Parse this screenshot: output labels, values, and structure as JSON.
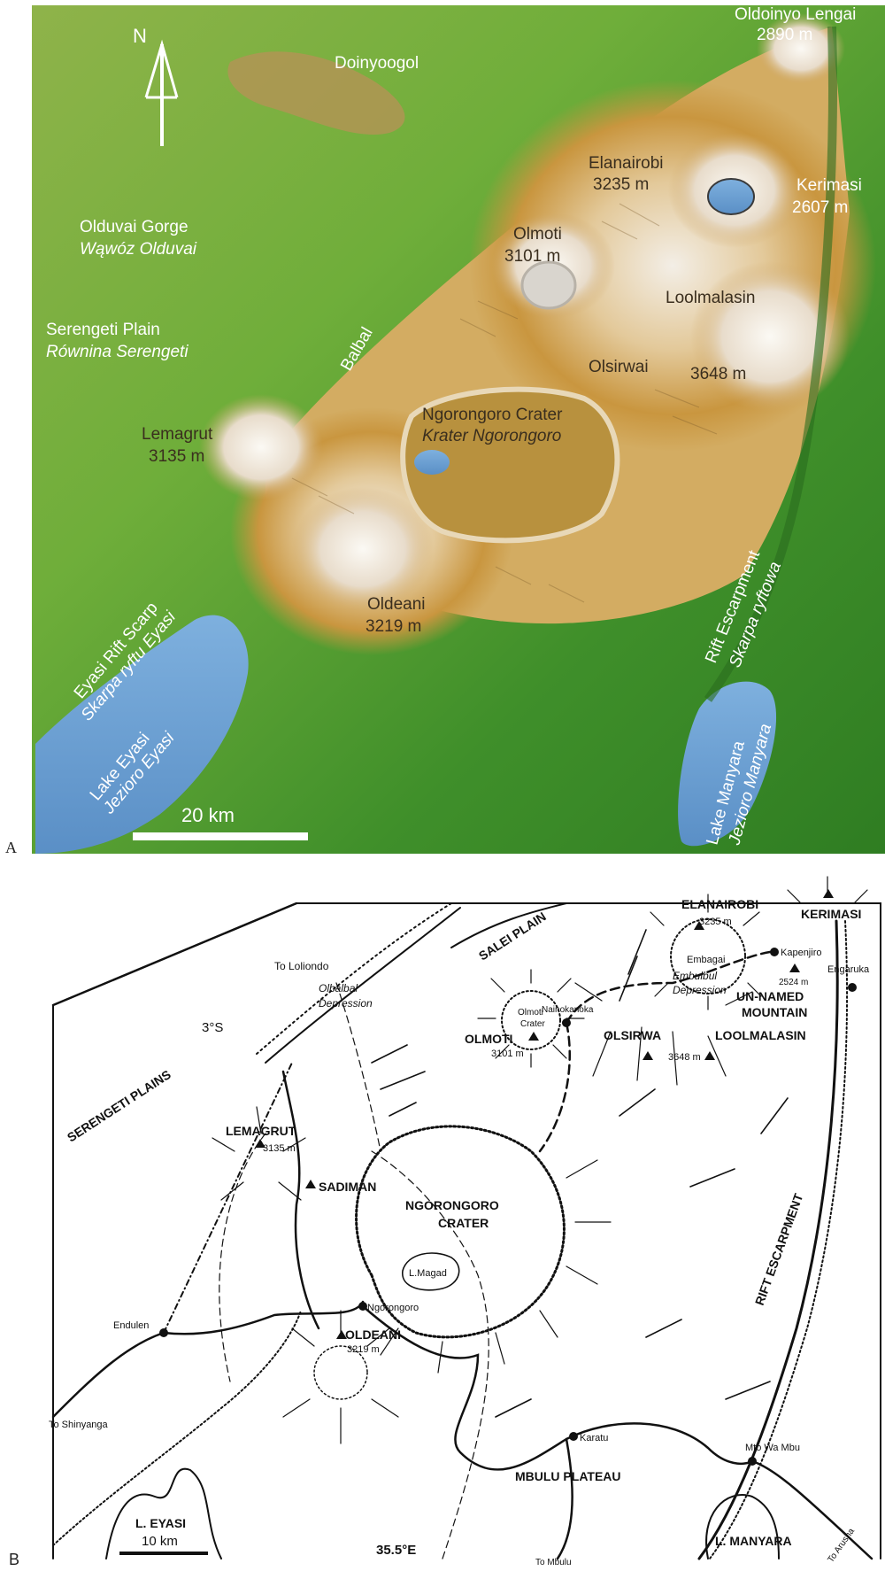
{
  "panel_a": {
    "panel_letter": "A",
    "north_label": "N",
    "scale_label": "20 km",
    "places": {
      "oldoinyo_lengai": {
        "name": "Oldoinyo Lengai",
        "elev": "2890 m"
      },
      "doinyoogol": {
        "name": "Doinyoogol"
      },
      "elanairobi": {
        "name": "Elanairobi",
        "elev": "3235 m"
      },
      "kerimasi": {
        "name": "Kerimasi",
        "elev": "2607 m"
      },
      "olmoti": {
        "name": "Olmoti",
        "elev": "3101 m"
      },
      "olduvai": {
        "name": "Olduvai Gorge",
        "alt": "Wąwóz Olduvai"
      },
      "serengeti": {
        "name": "Serengeti Plain",
        "alt": "Równina Serengeti"
      },
      "balbal": {
        "name": "Balbal"
      },
      "loolmalasin": {
        "name": "Loolmalasin",
        "elev": "3648 m"
      },
      "olsirwai": {
        "name": "Olsirwai"
      },
      "ngorongoro": {
        "name": "Ngorongoro Crater",
        "alt": "Krater Ngorongoro"
      },
      "lemagrut": {
        "name": "Lemagrut",
        "elev": "3135 m"
      },
      "oldeani": {
        "name": "Oldeani",
        "elev": "3219 m"
      },
      "eyasi_scarp": {
        "name": "Eyasi Rift Scarp",
        "alt": "Skarpa ryftu Eyasi"
      },
      "lake_eyasi": {
        "name": "Lake Eyasi",
        "alt": "Jezioro Eyasi"
      },
      "rift_escarpment": {
        "name": "Rift Escarpment",
        "alt": "Skarpa ryftowa"
      },
      "lake_manyara": {
        "name": "Lake Manyara",
        "alt": "Jezioro Manyara"
      }
    }
  },
  "panel_b": {
    "panel_letter": "B",
    "scale_label": "10 km",
    "labels": {
      "salei_plain": "SALEI PLAIN",
      "to_loliondo": "To Loliondo",
      "olbalbal": "Olbalbal",
      "depression": "Depression",
      "lat": "3°S",
      "serengeti_plains": "SERENGETI PLAINS",
      "elanairobi": "ELANAIROBI",
      "elanairobi_elev": "3235 m",
      "embagai": "Embagai",
      "kerimasi": "KERIMASI",
      "kapenjiro": "Kapenjiro",
      "embulbul": "Embulbul",
      "embulbul_dep": "Depression",
      "engaruka": "Engaruka",
      "elev_2524": "2524 m",
      "unnamed1": "UN-NAMED",
      "unnamed2": "MOUNTAIN",
      "olmoti_crater1": "Olmoti",
      "olmoti_crater2": "Crater",
      "nainokanoka": "Nainokanoka",
      "olmoti": "OLMOTI",
      "olmoti_elev": "3101 m",
      "olsirwa": "OLSIRWA",
      "loolmalasin": "LOOLMALASIN",
      "loolmalasin_elev": "3648 m",
      "ngorongoro1": "NGORONGORO",
      "ngorongoro2": "CRATER",
      "l_magad": "L.Magad",
      "lemagrut": "LEMAGRUT",
      "lemagrut_elev": "3135 m",
      "sadiman": "SADIMAN",
      "endulen": "Endulen",
      "ngorongoro_town": "Ngorongoro",
      "oldeani": "OLDEANI",
      "oldeani_elev": "3219 m",
      "to_shinyanga": "To Shinyanga",
      "karatu": "Karatu",
      "rift_escarpment": "RIFT ESCARPMENT",
      "mto_wa_mbu": "Mto Wa Mbu",
      "to_arusha": "To Arusha",
      "mbulu_plateau": "MBULU PLATEAU",
      "l_eyasi": "L. EYASI",
      "lon": "35.5°E",
      "to_mbulu": "To Mbulu",
      "l_manyara": "L. MANYARA"
    }
  },
  "colors": {
    "water": "#6a9fd3",
    "lowland": "#4e9a2a",
    "upland": "#c99a4a",
    "peak": "#efe9df",
    "crater_floor": "#b08a3a",
    "ink": "#111111"
  }
}
